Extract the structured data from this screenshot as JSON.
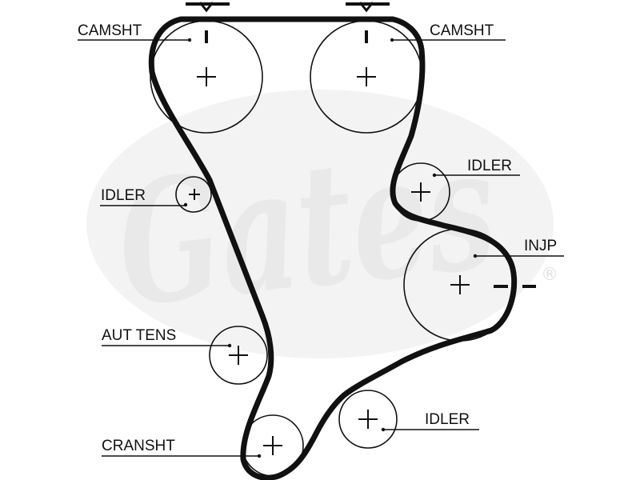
{
  "watermark": {
    "brand": "Gates",
    "registered_mark": "®",
    "color": "#e9e9e9"
  },
  "belt_color": "#111111",
  "components": {
    "camshaft_left": {
      "label": "CAMSHT"
    },
    "camshaft_right": {
      "label": "CAMSHT"
    },
    "idler_left": {
      "label": "IDLER"
    },
    "idler_right_upper": {
      "label": "IDLER"
    },
    "injection_pump": {
      "label": "INJP"
    },
    "auto_tensioner": {
      "label": "AUT TENS"
    },
    "idler_bottom": {
      "label": "IDLER"
    },
    "crankshaft": {
      "label": "CRANSHT"
    }
  }
}
